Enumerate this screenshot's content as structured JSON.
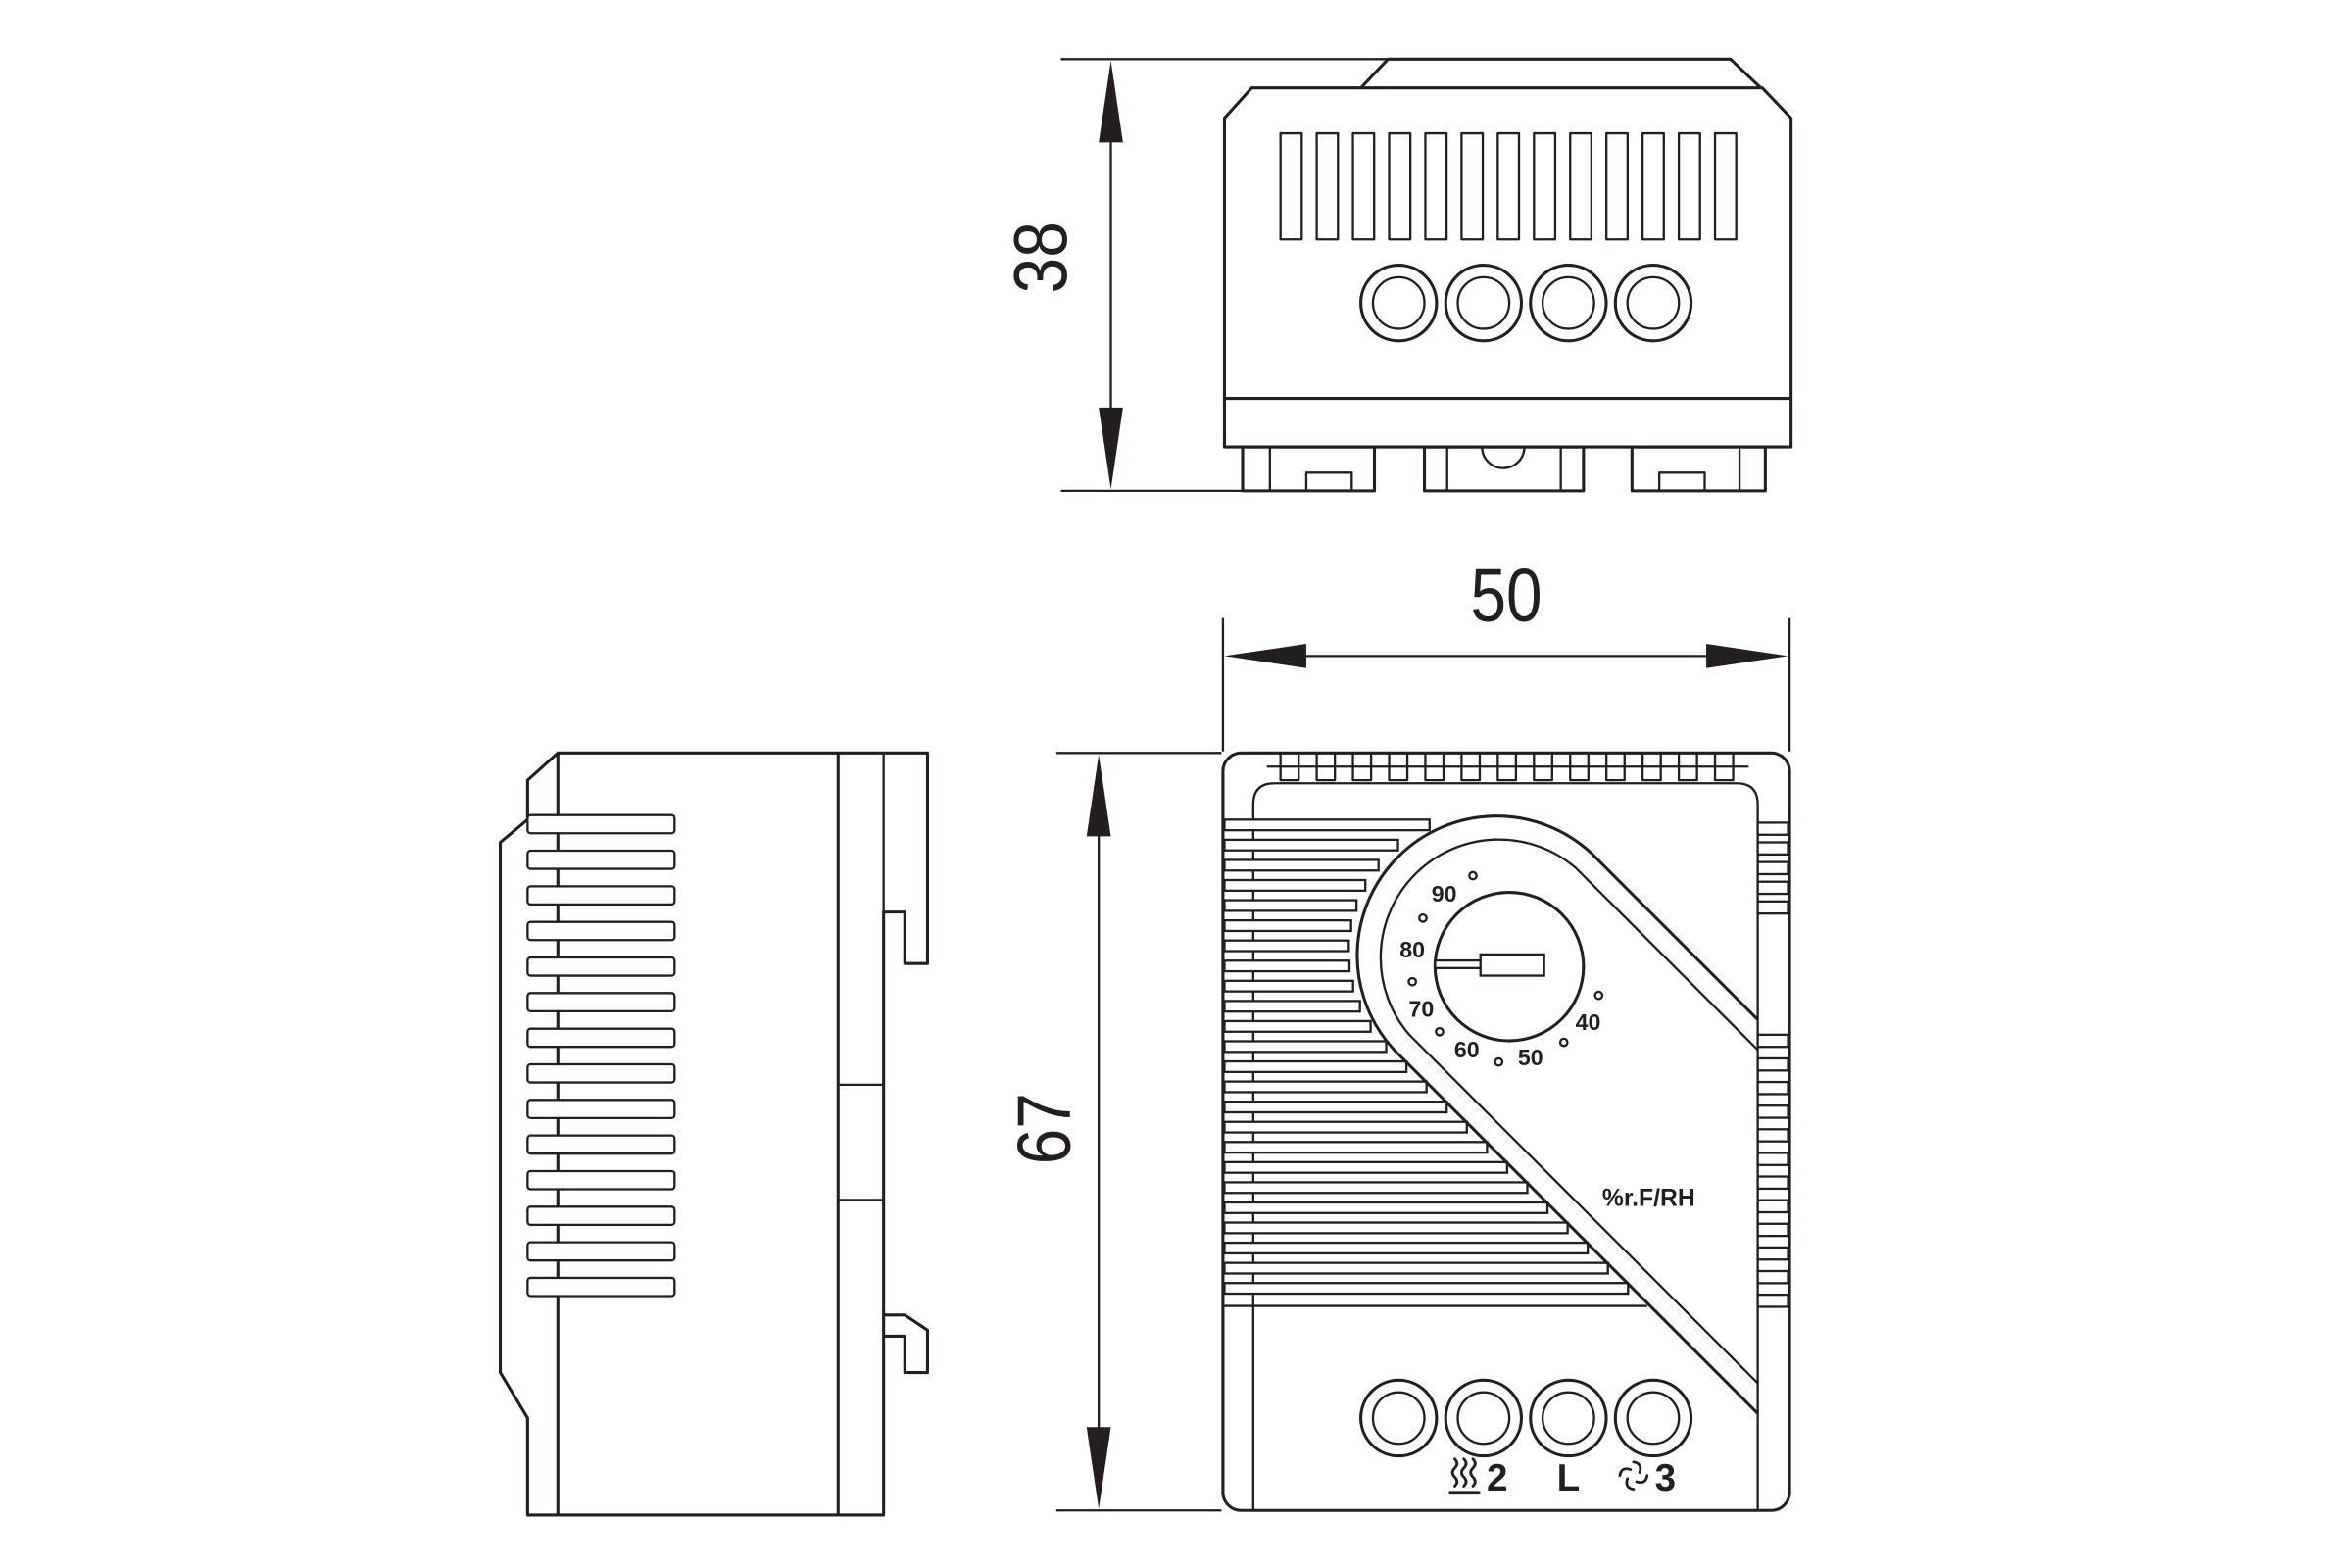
{
  "drawing": {
    "dimensions": {
      "height_top_view": "38",
      "width": "50",
      "height_front_view": "67"
    },
    "dial": {
      "scale": [
        "90",
        "80",
        "70",
        "60",
        "50",
        "40"
      ],
      "unit_label": "%r.F/RH"
    },
    "terminals": [
      {
        "label": "2",
        "icon": "heater-icon"
      },
      {
        "label": "L"
      },
      {
        "label": "3",
        "icon": "fan-icon"
      }
    ]
  },
  "colors": {
    "line": "#231f20",
    "background": "#ffffff"
  }
}
